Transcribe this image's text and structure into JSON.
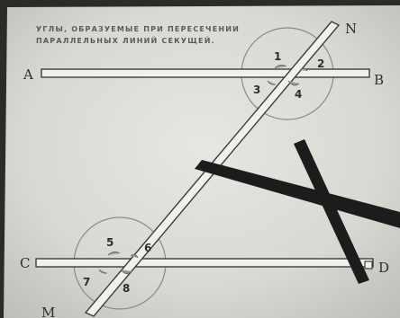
{
  "caption": {
    "line1": "УГЛЫ, ОБРАЗУЕМЫЕ ПРИ ПЕРЕСЕЧЕНИИ",
    "line2": "ПАРАЛЛЕЛЬНЫХ ЛИНИЙ СЕКУЩЕЙ."
  },
  "points": {
    "A": "A",
    "B": "B",
    "C": "C",
    "D": "D",
    "M": "M",
    "N": "N"
  },
  "angles": {
    "a1": "1",
    "a2": "2",
    "a3": "3",
    "a4": "4",
    "a5": "5",
    "a6": "6",
    "a7": "7",
    "a8": "8"
  }
}
